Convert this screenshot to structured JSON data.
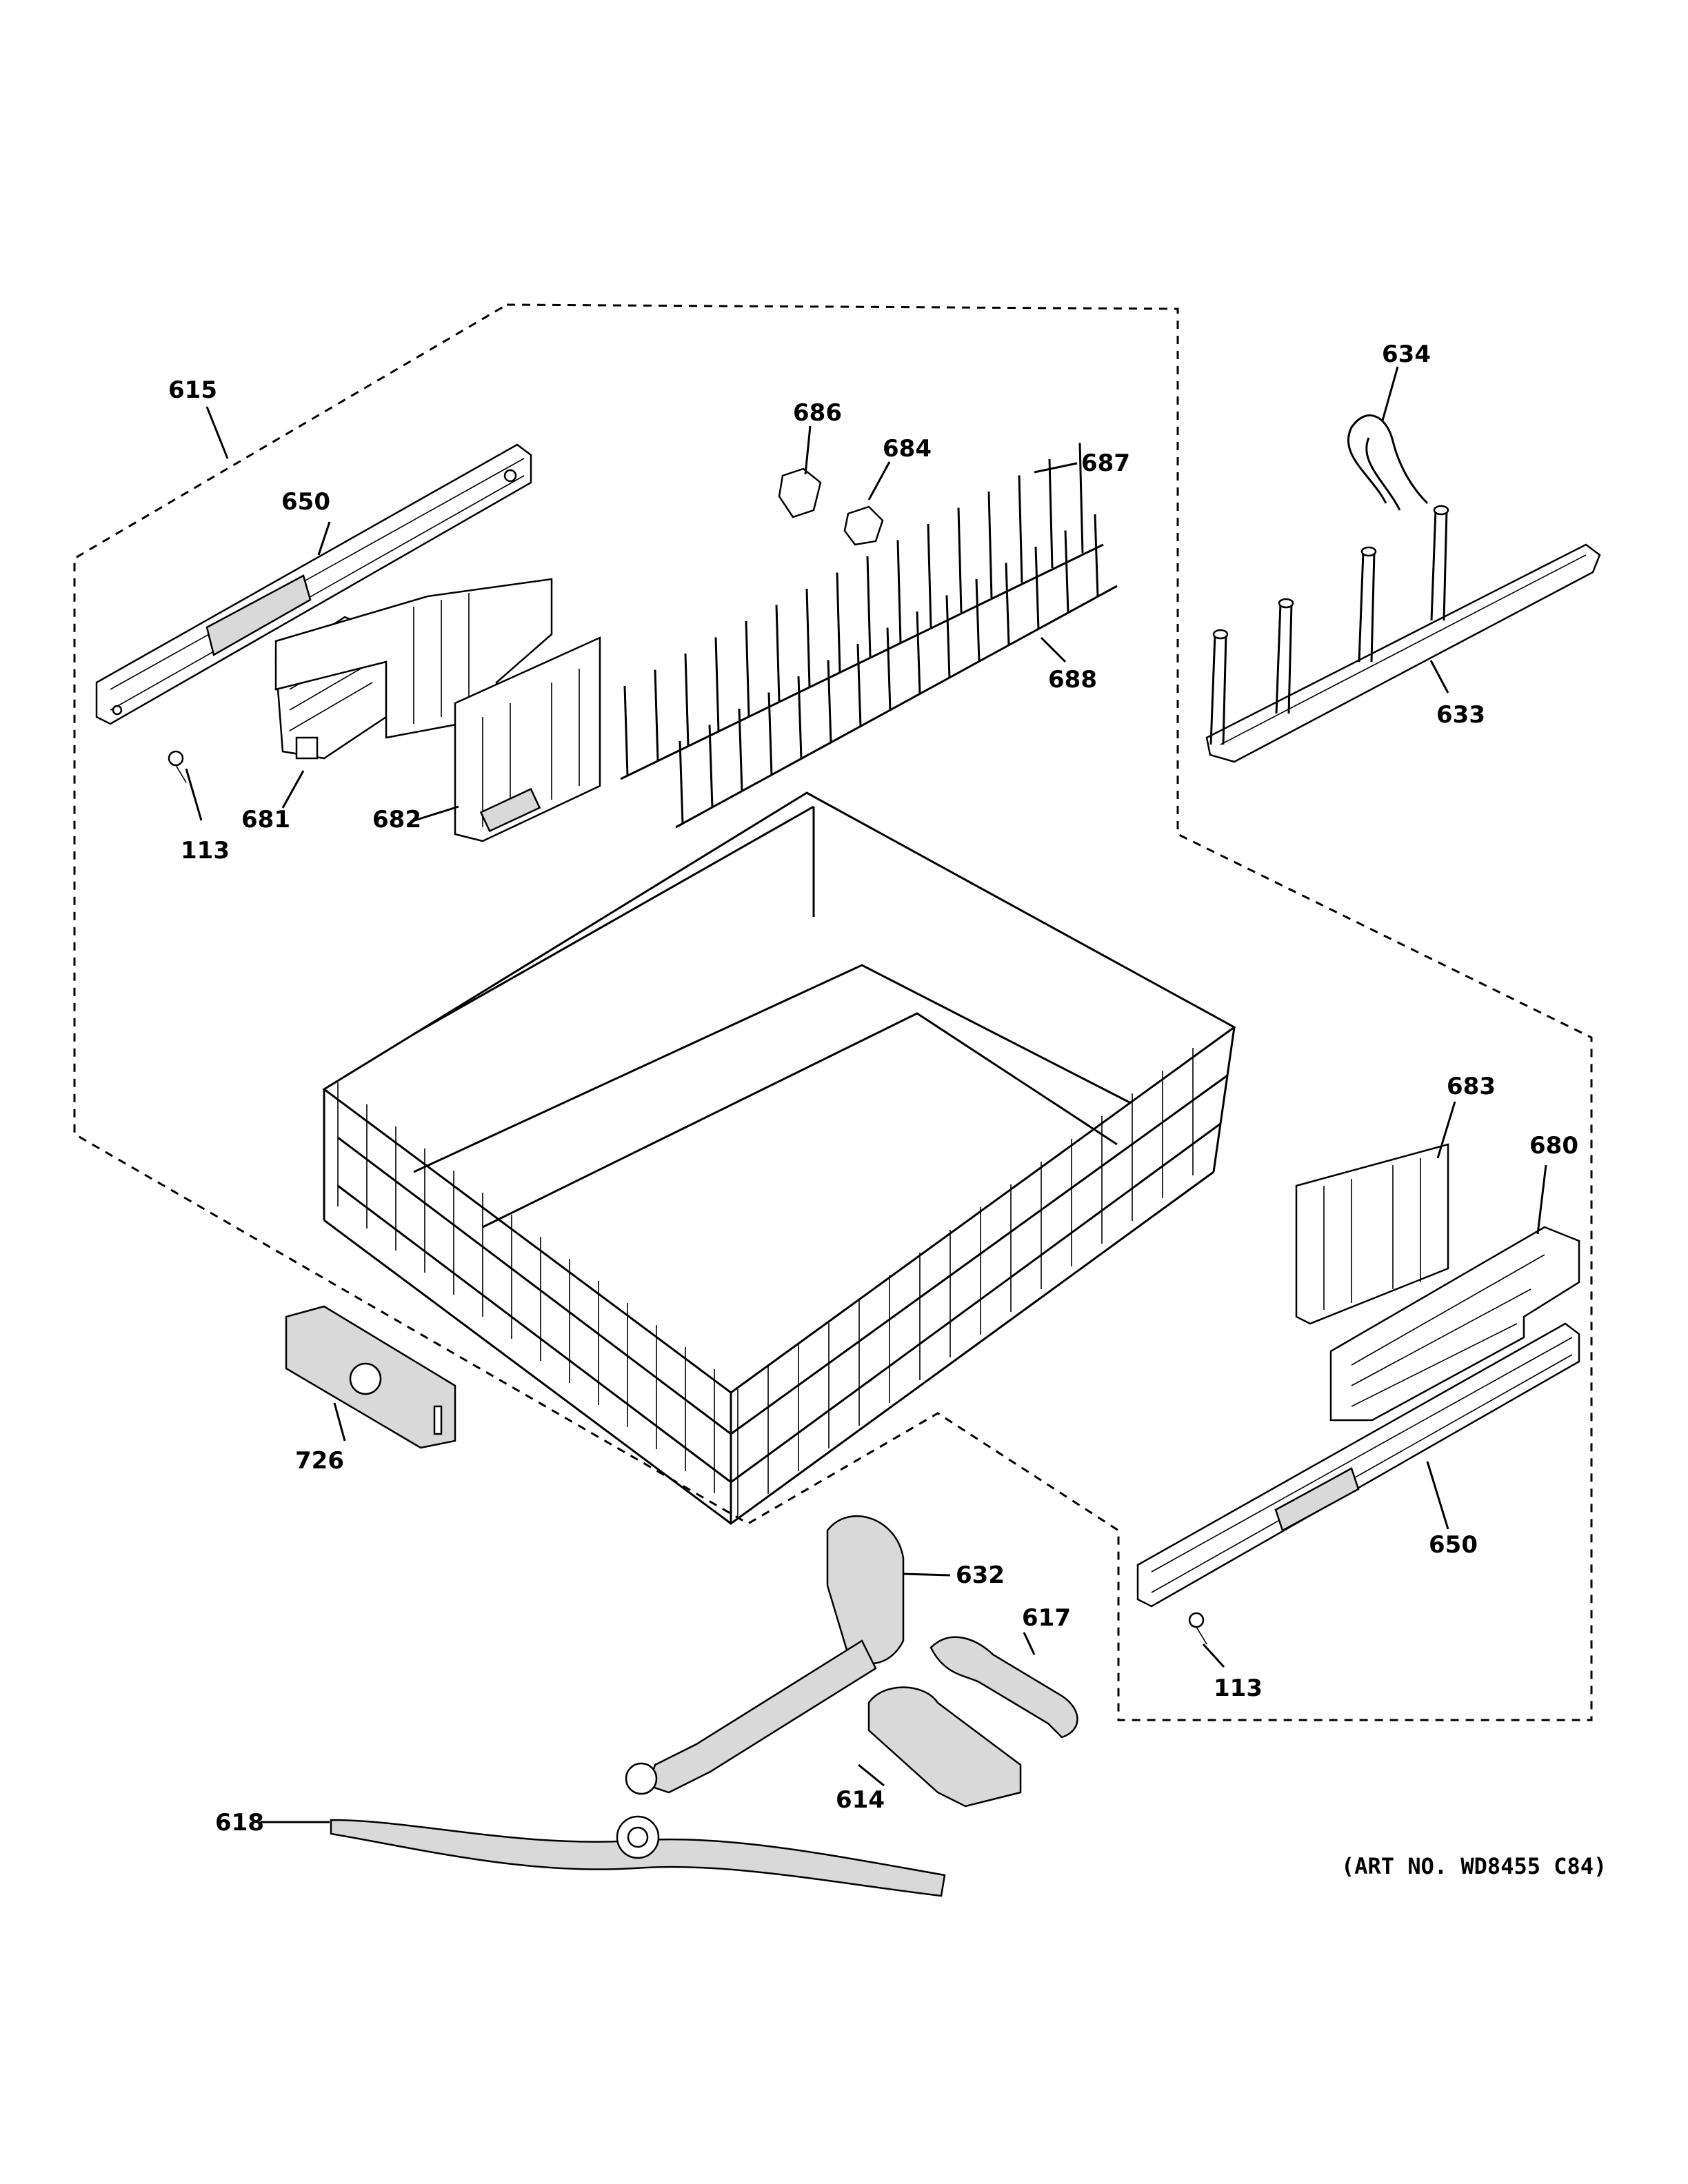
{
  "callouts": {
    "c615": "615",
    "c650a": "650",
    "c113a": "113",
    "c681": "681",
    "c682": "682",
    "c686": "686",
    "c684": "684",
    "c687": "687",
    "c688": "688",
    "c634": "634",
    "c633": "633",
    "c683": "683",
    "c680": "680",
    "c650b": "650",
    "c113b": "113",
    "c726": "726",
    "c632": "632",
    "c617": "617",
    "c614": "614",
    "c618": "618"
  },
  "art_number": "(ART NO. WD8455 C84)"
}
